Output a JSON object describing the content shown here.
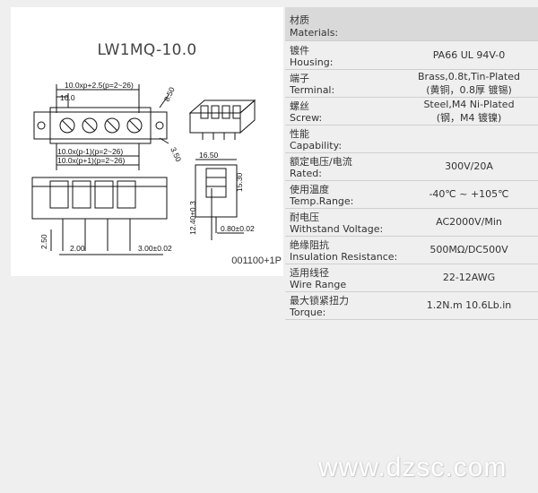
{
  "drawing": {
    "title": "LW1MQ-10.0",
    "part_number": "001100+1P",
    "dims": {
      "pitch_top": "10.0xp+2.5(p=2~26)",
      "pitch_single": "10.0",
      "dia_850": "8.50",
      "dia_350": "3.50",
      "pitch_mid1": "10.0x(p-1)(p=2~26)",
      "pitch_mid2": "10.0x(p+1)(p=2~26)",
      "w1650": "16.50",
      "h1530": "15.30",
      "h1240": "12.40±0.3",
      "d080": "0.80±0.02",
      "d250": "2.50",
      "d200": "2.00",
      "d300": "3.00±0.02"
    }
  },
  "specs": {
    "header": {
      "zh": "材质",
      "en": "Materials:"
    },
    "rows": [
      {
        "zh": "镀件",
        "en": "Housing:",
        "value": [
          "PA66 UL 94V-0"
        ]
      },
      {
        "zh": "端子",
        "en": "Terminal:",
        "value": [
          "Brass,0.8t,Tin-Plated",
          "(黄铜，0.8厚 镀锡)"
        ]
      },
      {
        "zh": "螺丝",
        "en": "Screw:",
        "value": [
          "Steel,M4 Ni-Plated",
          "(钢，M4 镀镍)"
        ]
      },
      {
        "zh": "性能",
        "en": "Capability:",
        "value": []
      },
      {
        "zh": "额定电压/电流",
        "en": "Rated:",
        "value": [
          "300V/20A"
        ]
      },
      {
        "zh": "使用温度",
        "en": "Temp.Range:",
        "value": [
          "-40℃ ~ +105℃"
        ]
      },
      {
        "zh": "耐电压",
        "en": "Withstand Voltage:",
        "value": [
          "AC2000V/Min"
        ]
      },
      {
        "zh": "绝缘阻抗",
        "en": "Insulation Resistance:",
        "value": [
          "500MΩ/DC500V"
        ]
      },
      {
        "zh": "适用线径",
        "en": "Wire Range",
        "value": [
          "22-12AWG"
        ]
      },
      {
        "zh": "最大锁紧扭力",
        "en": "Torque:",
        "value": [
          "1.2N.m 10.6Lb.in"
        ]
      }
    ]
  },
  "watermark": "www.dzsc.com"
}
